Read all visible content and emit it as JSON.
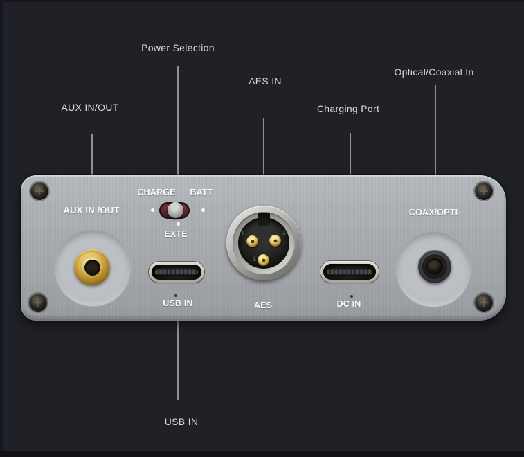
{
  "callouts": {
    "aux": {
      "label": "AUX IN/OUT"
    },
    "power": {
      "label": "Power Selection"
    },
    "aes": {
      "label": "AES IN"
    },
    "charging": {
      "label": "Charging Port"
    },
    "optical": {
      "label": "Optical/Coaxial In"
    },
    "usb": {
      "label": "USB IN"
    }
  },
  "panel": {
    "aux_label": "AUX IN /OUT",
    "switch": {
      "left_label": "CHARGE",
      "right_label": "BATT",
      "bottom_label": "EXTE"
    },
    "usb_label": "USB IN",
    "aes_label": "AES",
    "dc_label": "DC IN",
    "coax_label": "COAX/OPTI",
    "xlr_pins": [
      "1",
      "2",
      "3"
    ]
  },
  "colors": {
    "background": "#1f2126",
    "panel_silver": "#aaadb2",
    "callout_text": "#d8d9da",
    "leader_line": "#8f9193",
    "switch_maroon": "#5c2930",
    "jack_gold": "#cda23c"
  }
}
